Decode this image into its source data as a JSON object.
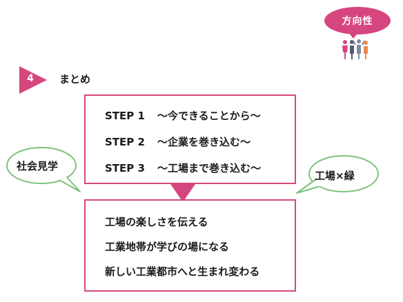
{
  "badge": {
    "label": "方向性"
  },
  "section": {
    "number": "4",
    "title": "まとめ"
  },
  "steps": [
    {
      "label": "STEP 1",
      "text": "〜今できることから〜"
    },
    {
      "label": "STEP 2",
      "text": "〜企業を巻き込む〜"
    },
    {
      "label": "STEP 3",
      "text": "〜工場まで巻き込む〜"
    }
  ],
  "outcomes": [
    "工場の楽しさを伝える",
    "工業地帯が学びの場になる",
    "新しい工業都市へと生まれ変わる"
  ],
  "bubbles": {
    "left": "社会見学",
    "right": "工場×緑"
  },
  "colors": {
    "accent": "#d6467e",
    "bubble_border": "#7cc27a"
  },
  "icons": [
    "people-group-icon",
    "section-marker-icon",
    "down-arrow-icon"
  ]
}
